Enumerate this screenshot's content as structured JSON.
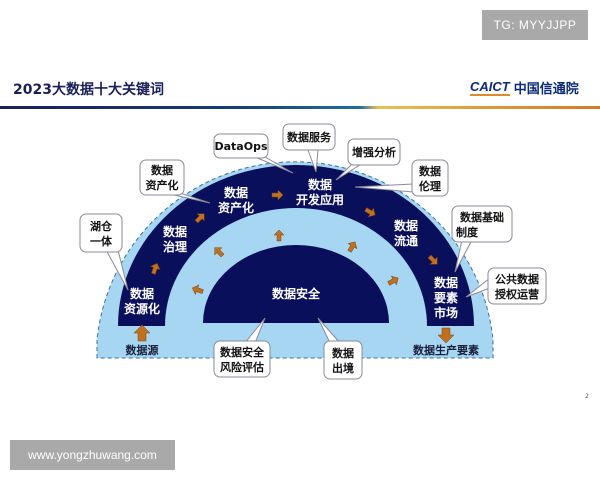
{
  "watermarks": {
    "top": "TG: MYYJJPP",
    "bottom": "www.yongzhuwang.com"
  },
  "header": {
    "title": "2023大数据十大关键词",
    "logo_en": "CAICT",
    "logo_cn": "中国信通院"
  },
  "page_number": "2",
  "colors": {
    "dark_band": "#0a0f5c",
    "light_band": "#a6d6f2",
    "arrow": "#c0701e",
    "title": "#1a1f5a",
    "accent_orange": "#e08a2a"
  },
  "diagram": {
    "center": "数据安全",
    "outer_band": [
      {
        "line1": "数据",
        "line2": "资源化"
      },
      {
        "line1": "数据",
        "line2": "治理"
      },
      {
        "line1": "数据",
        "line2": "资产化"
      },
      {
        "line1": "数据",
        "line2": "开发应用"
      },
      {
        "line1": "数据",
        "line2": "流通"
      },
      {
        "line1": "数据",
        "line2": "要素",
        "line3": "市场"
      }
    ],
    "input_label": "数据源",
    "output_label": "数据生产要素",
    "callouts": [
      {
        "line1": "湖仓",
        "line2": "一体"
      },
      {
        "line1": "数据",
        "line2": "资产化"
      },
      {
        "line1": "DataOps"
      },
      {
        "line1": "数据服务"
      },
      {
        "line1": "增强分析"
      },
      {
        "line1": "数据",
        "line2": "伦理"
      },
      {
        "line1": "数据基础",
        "line2": "制度"
      },
      {
        "line1": "公共数据",
        "line2": "授权运营"
      },
      {
        "line1": "数据安全",
        "line2": "风险评估"
      },
      {
        "line1": "数据",
        "line2": "出境"
      }
    ]
  }
}
